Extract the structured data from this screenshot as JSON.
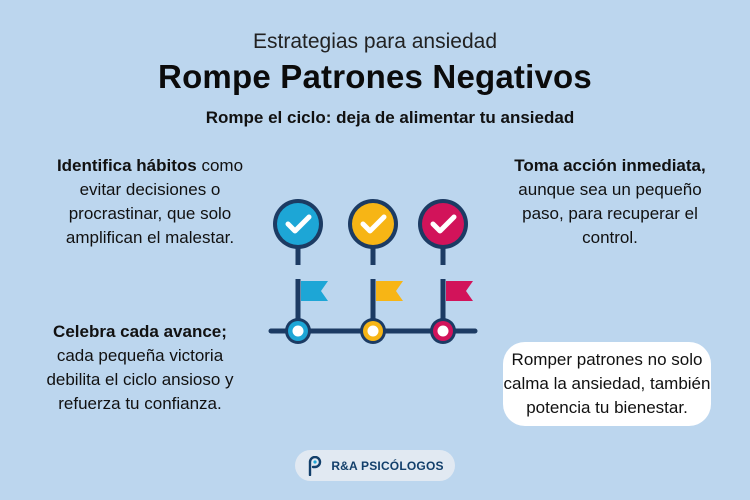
{
  "header": {
    "kicker": "Estrategias para ansiedad",
    "title": "Rompe Patrones Negativos",
    "subtitle": "Rompe el ciclo: deja de alimentar tu ansiedad"
  },
  "tips": {
    "identify": {
      "bold": "Identifica hábitos",
      "text": " como evitar decisiones o procrastinar, que solo amplifican el malestar."
    },
    "act": {
      "bold": "Toma acción inmediata,",
      "text": " aunque sea un pequeño paso, para recuperar el control."
    },
    "celebrate": {
      "bold": "Celebra cada avance;",
      "text": " cada pequeña victoria debilita el ciclo ansioso y refuerza tu confianza."
    }
  },
  "quote": "Romper patrones no solo calma la ansiedad, también potencia tu bienestar.",
  "brand": {
    "name": "R&A PSICÓLOGOS"
  },
  "graphic": {
    "icons": [
      "check-pin-icon",
      "flag-icon",
      "milestone-node-icon"
    ],
    "colors": {
      "navy": "#1c3b63",
      "cyan": "#1da6d6",
      "yellow": "#f7b515",
      "magenta": "#d2135a",
      "background": "#bcd6ee"
    }
  }
}
